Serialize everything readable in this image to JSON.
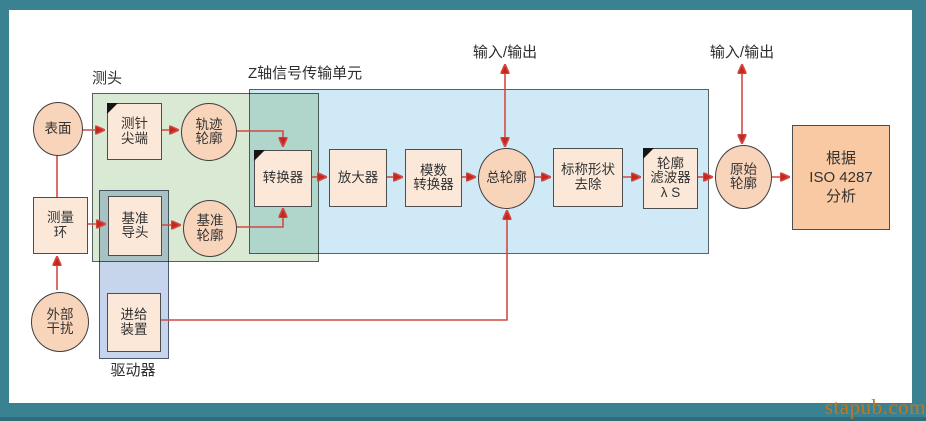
{
  "diagram": {
    "labels": {
      "probe_group": "测头",
      "z_axis_group": "Z轴信号传输单元",
      "driver_group": "驱动器",
      "io_top_1": "输入/输出",
      "io_top_2": "输入/输出"
    },
    "nodes": {
      "surface": "表面",
      "stylus_tip": "测针\n尖端",
      "trace_profile": "轨迹\n轮廓",
      "measurement_loop": "测量\n环",
      "datum_guide": "基准\n导头",
      "datum_profile": "基准\n轮廓",
      "external_disturbance": "外部\n干扰",
      "feed_device": "进给\n装置",
      "converter": "转换器",
      "amplifier": "放大器",
      "ad_converter": "模数\n转换器",
      "total_profile": "总轮廓",
      "nominal_form_removal": "标称形状\n去除",
      "profile_filter": "轮廓\n滤波器\nλ S",
      "primary_profile": "原始\n轮廓",
      "iso_analysis": "根据\nISO 4287\n分析"
    },
    "watermark": "stapub.com",
    "colors": {
      "frame_teal": "#3a8191",
      "area_green": "#d9e9d3",
      "area_blue": "#cfeaf6",
      "area_driver_blue": "#c6d5ec",
      "node_box_fill": "#fbe8d8",
      "node_circle_fill": "#f8d4ba",
      "iso_box_fill": "#f8c9a2",
      "arrow_red": "#d24a43",
      "arrowhead_red": "#c5261d"
    }
  }
}
